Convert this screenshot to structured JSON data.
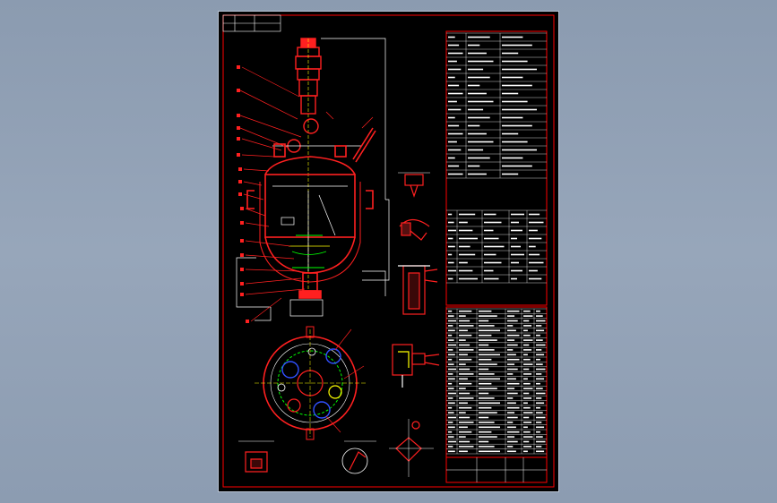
{
  "drawing": {
    "background": "#000000",
    "frame_color": "#ff0000",
    "line_color": "#ffffff",
    "accent_colors": [
      "#ff2020",
      "#00ff00",
      "#ffff00",
      "#3050ff",
      "#00e0ff"
    ]
  },
  "views": {
    "main_vessel": "reactor-section-view",
    "top_view": "nozzle-orientation-plan",
    "details": [
      "detail-a",
      "detail-b",
      "detail-c",
      "detail-d",
      "detail-e",
      "detail-f",
      "detail-g"
    ]
  },
  "tables": {
    "technical_spec_rows": 18,
    "nozzle_table_rows": 9,
    "parts_list_rows": 30
  }
}
